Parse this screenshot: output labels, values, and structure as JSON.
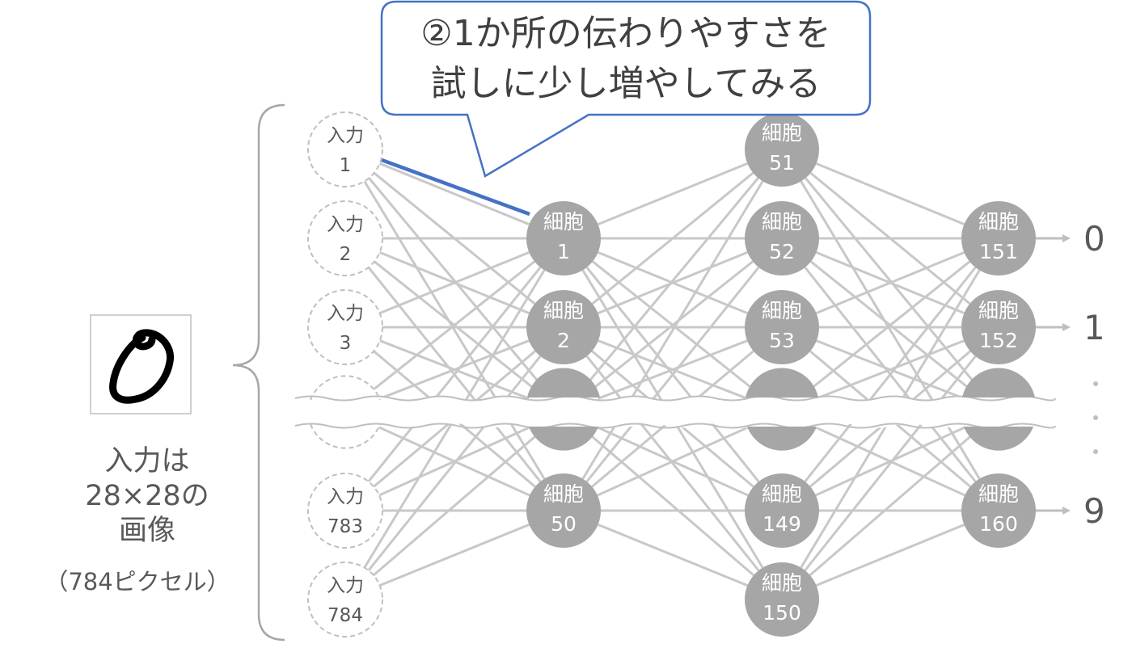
{
  "callout": {
    "line1": "②1か所の伝わりやすさを",
    "line2": "試しに少し増やしてみる"
  },
  "input_caption": {
    "line1": "入力は",
    "line2": "28×28の",
    "line3": "画像",
    "line4": "（784ピクセル）"
  },
  "inputs": [
    {
      "label": "入力",
      "num": "1"
    },
    {
      "label": "入力",
      "num": "2"
    },
    {
      "label": "入力",
      "num": "3"
    },
    {
      "label": "入力",
      "num": "783"
    },
    {
      "label": "入力",
      "num": "784"
    }
  ],
  "hidden1": [
    {
      "label": "細胞",
      "num": "1"
    },
    {
      "label": "細胞",
      "num": "2"
    },
    {
      "label": "細胞",
      "num": "50"
    }
  ],
  "hidden2": [
    {
      "label": "細胞",
      "num": "51"
    },
    {
      "label": "細胞",
      "num": "52"
    },
    {
      "label": "細胞",
      "num": "53"
    },
    {
      "label": "細胞",
      "num": "149"
    },
    {
      "label": "細胞",
      "num": "150"
    }
  ],
  "outputs_layer": [
    {
      "label": "細胞",
      "num": "151"
    },
    {
      "label": "細胞",
      "num": "152"
    },
    {
      "label": "細胞",
      "num": "160"
    }
  ],
  "output_labels": [
    "0",
    "1",
    "9"
  ],
  "colors": {
    "edge": "#c8c8c8",
    "node": "#a6a6a6",
    "highlight": "#4472c4",
    "text": "#595959",
    "callout_border": "#4472c4"
  }
}
